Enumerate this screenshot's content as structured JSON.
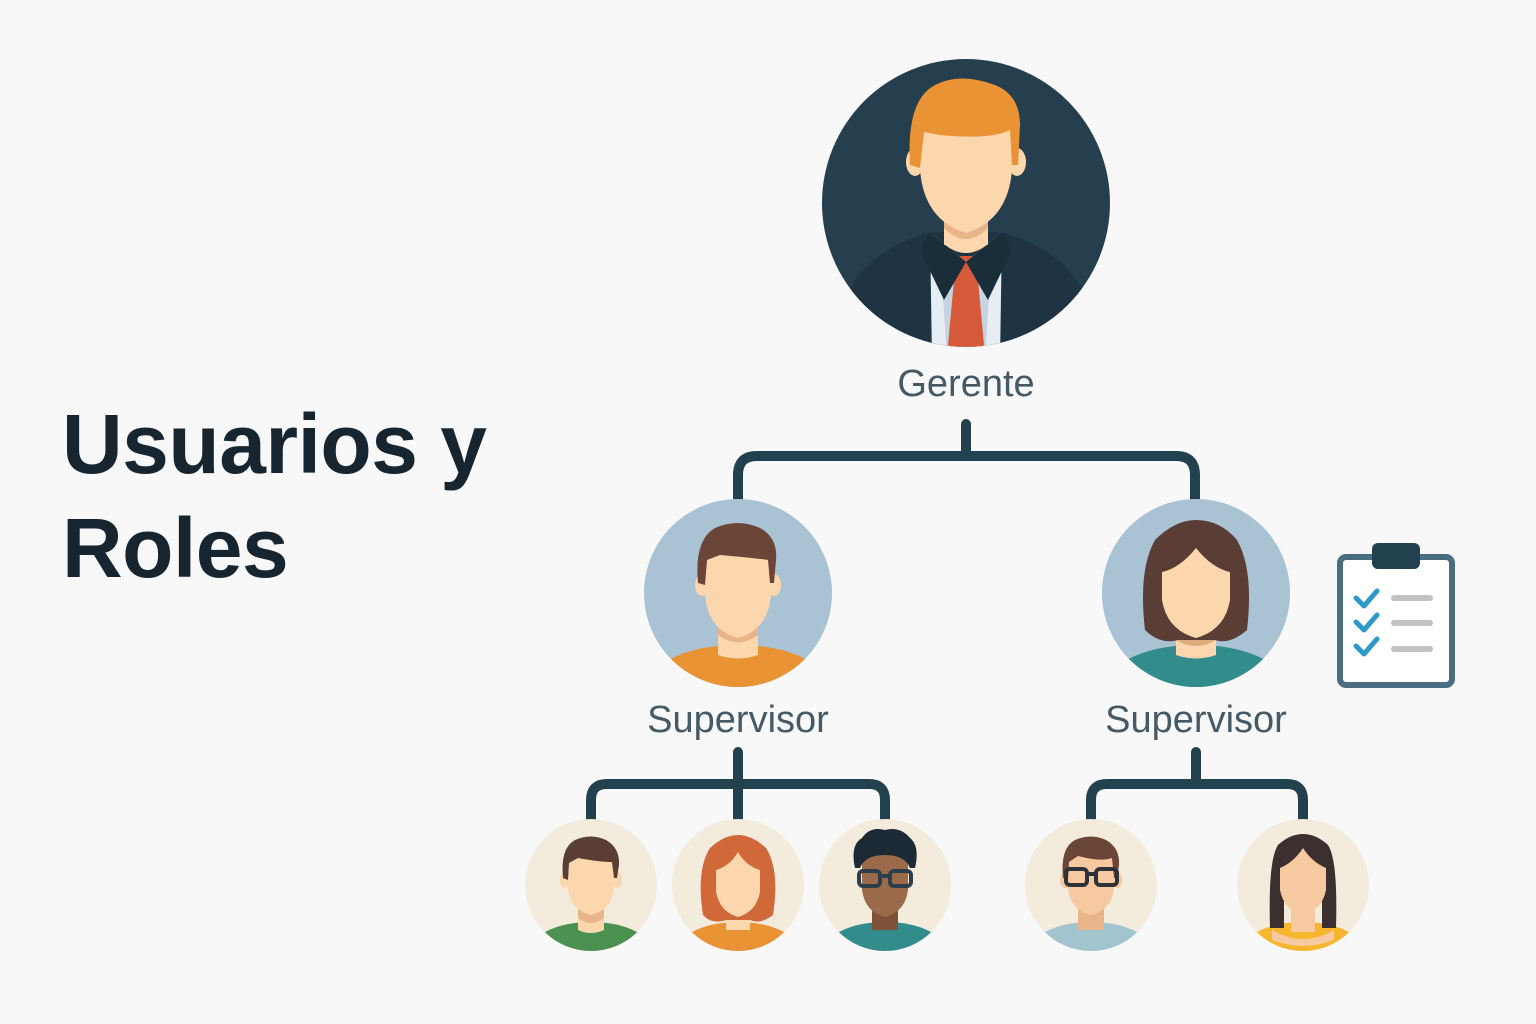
{
  "title": {
    "line1": "Usuarios y",
    "line2": "Roles"
  },
  "colors": {
    "title": "#16252f",
    "label": "#455a66",
    "connector": "#22414f",
    "manager_bg": "#253f4f",
    "supervisor_bg": "#a9c2d4",
    "employee_bg": "#f3ebdc",
    "skin": "#fcd7ad",
    "check": "#2b9ac9"
  },
  "hierarchy": {
    "manager": {
      "role": "Gerente",
      "icon": "manager-avatar-icon"
    },
    "supervisors": [
      {
        "role": "Supervisor",
        "icon": "male-supervisor-avatar-icon",
        "team": [
          {
            "icon": "employee-male-green-avatar-icon"
          },
          {
            "icon": "employee-female-redhair-avatar-icon"
          },
          {
            "icon": "employee-male-glasses-avatar-icon"
          }
        ]
      },
      {
        "role": "Supervisor",
        "icon": "female-supervisor-avatar-icon",
        "team": [
          {
            "icon": "employee-male-glasses-avatar-icon"
          },
          {
            "icon": "employee-female-longhair-avatar-icon"
          }
        ]
      }
    ]
  },
  "decorations": {
    "clipboard": {
      "icon": "clipboard-checklist-icon",
      "checked_items": 3
    }
  }
}
